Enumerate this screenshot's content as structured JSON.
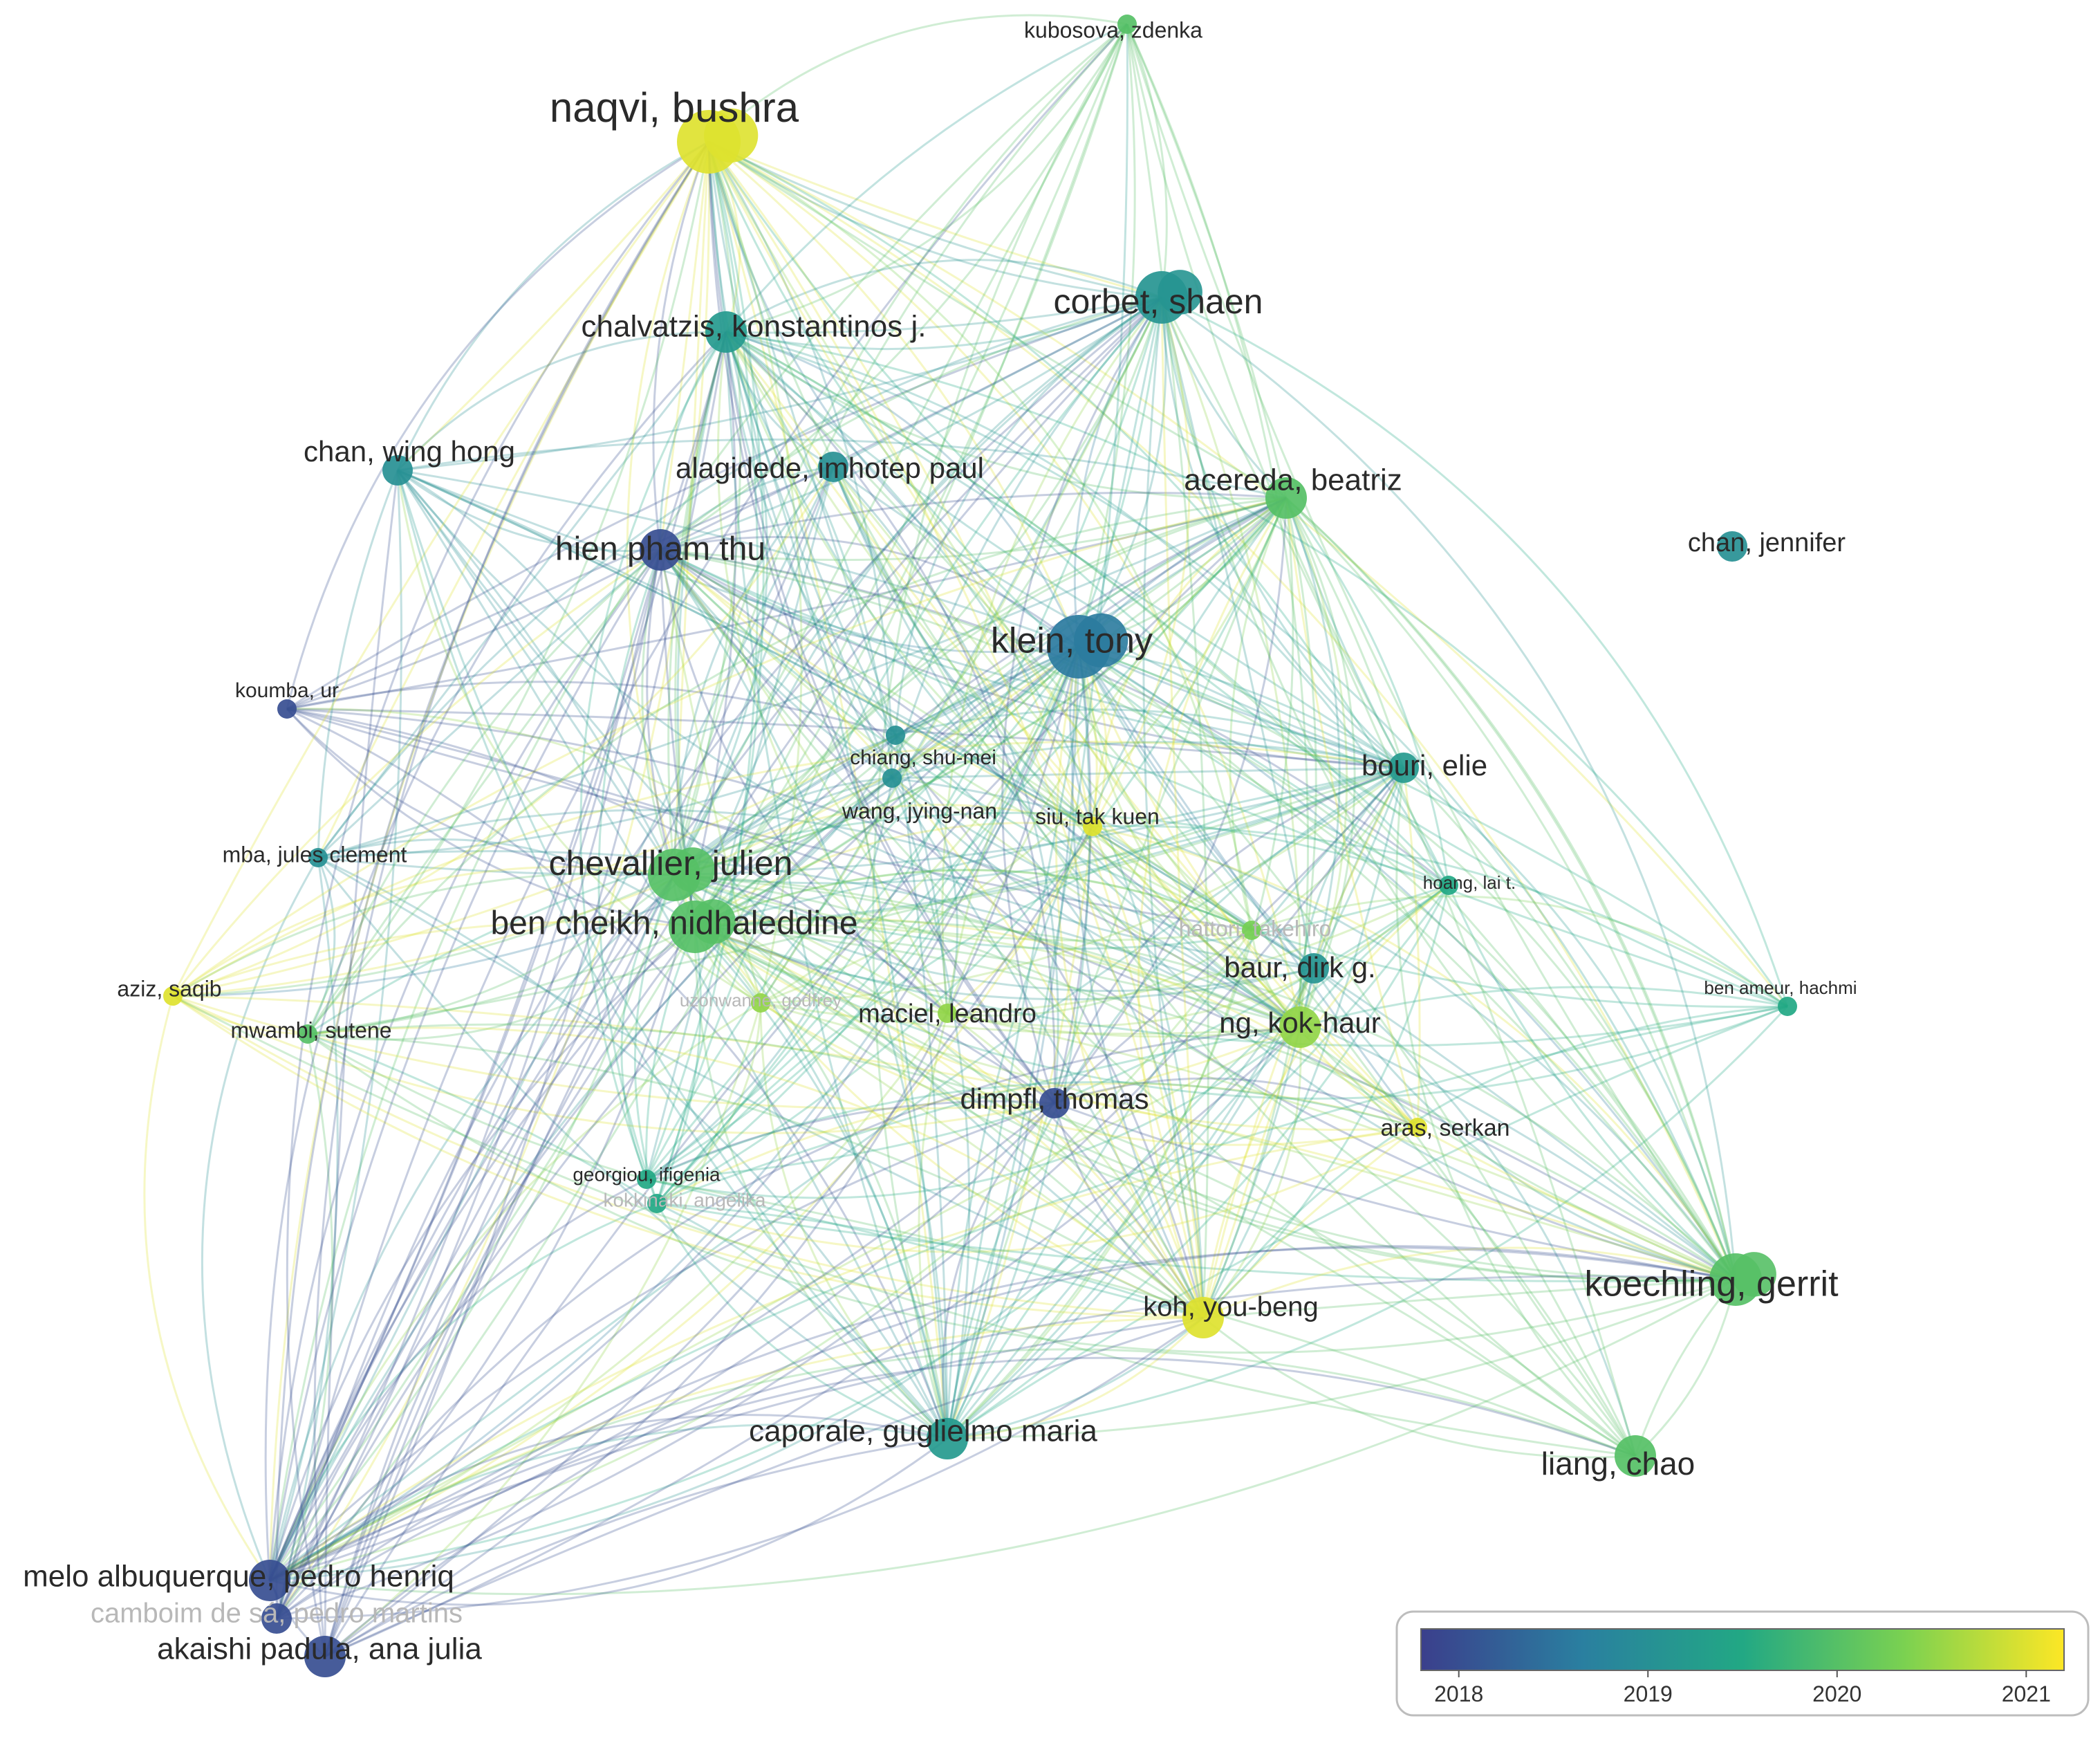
{
  "colorbar": {
    "ticks": [
      "2018",
      "2019",
      "2020",
      "2021"
    ],
    "range": [
      2017.8,
      2021.2
    ],
    "gradient": [
      "#3b3f8c",
      "#2a7fa0",
      "#22a884",
      "#7ad151",
      "#fde725"
    ]
  },
  "authors": [
    {
      "label": "naqvi, bushra",
      "year": 2021.0,
      "weight": 5
    },
    {
      "label": "kubosova, zdenka",
      "year": 2020.0,
      "weight": 1
    },
    {
      "label": "corbet, shaen",
      "year": 2019.1,
      "weight": 4
    },
    {
      "label": "chalvatzis, konstantinos j.",
      "year": 2019.2,
      "weight": 3
    },
    {
      "label": "chan, wing hong",
      "year": 2019.0,
      "weight": 2
    },
    {
      "label": "alagidede, imhotep paul",
      "year": 2019.0,
      "weight": 2
    },
    {
      "label": "acereda, beatriz",
      "year": 2020.0,
      "weight": 3
    },
    {
      "label": "chan, jennifer",
      "year": 2019.0,
      "weight": 2
    },
    {
      "label": "hien pham thu",
      "year": 2018.0,
      "weight": 3
    },
    {
      "label": "klein, tony",
      "year": 2018.6,
      "weight": 5
    },
    {
      "label": "koumba, ur",
      "year": 2018.0,
      "weight": 1
    },
    {
      "label": "chiang, shu-mei",
      "year": 2019.0,
      "weight": 1
    },
    {
      "label": "bouri, elie",
      "year": 2019.2,
      "weight": 2
    },
    {
      "label": "wang, jying-nan",
      "year": 2019.0,
      "weight": 1
    },
    {
      "label": "siu, tak kuen",
      "year": 2021.0,
      "weight": 1
    },
    {
      "label": "mba, jules clement",
      "year": 2019.0,
      "weight": 1
    },
    {
      "label": "chevallier, julien",
      "year": 2020.0,
      "weight": 4
    },
    {
      "label": "ben cheikh, nidhaleddine",
      "year": 2020.0,
      "weight": 4
    },
    {
      "label": "hoang, lai t.",
      "year": 2019.5,
      "weight": 1
    },
    {
      "label": "hattori, takehiro",
      "year": 2020.3,
      "weight": 1
    },
    {
      "label": "baur, dirk g.",
      "year": 2019.1,
      "weight": 2
    },
    {
      "label": "aziz, saqib",
      "year": 2021.0,
      "weight": 1
    },
    {
      "label": "uzonwanne, godfrey",
      "year": 2020.5,
      "weight": 1
    },
    {
      "label": "maciel, leandro",
      "year": 2020.5,
      "weight": 1
    },
    {
      "label": "ng, kok-haur",
      "year": 2020.5,
      "weight": 3
    },
    {
      "label": "ben ameur, hachmi",
      "year": 2019.5,
      "weight": 1
    },
    {
      "label": "mwambi, sutene",
      "year": 2020.0,
      "weight": 1
    },
    {
      "label": "dimpfl, thomas",
      "year": 2018.0,
      "weight": 2
    },
    {
      "label": "aras, serkan",
      "year": 2021.0,
      "weight": 1
    },
    {
      "label": "georgiou, ifigenia",
      "year": 2019.5,
      "weight": 1
    },
    {
      "label": "kokkinaki, angelika",
      "year": 2019.5,
      "weight": 1
    },
    {
      "label": "koechling, gerrit",
      "year": 2020.0,
      "weight": 4
    },
    {
      "label": "koh, you-beng",
      "year": 2021.0,
      "weight": 3
    },
    {
      "label": "caporale, guglielmo maria",
      "year": 2019.2,
      "weight": 3
    },
    {
      "label": "liang, chao",
      "year": 2020.0,
      "weight": 3
    },
    {
      "label": "melo albuquerque, pedro henriq",
      "year": 2018.0,
      "weight": 3
    },
    {
      "label": "camboim de sá, pedro martins",
      "year": 2018.0,
      "weight": 2
    },
    {
      "label": "akaishi padula, ana julia",
      "year": 2018.0,
      "weight": 3
    }
  ]
}
